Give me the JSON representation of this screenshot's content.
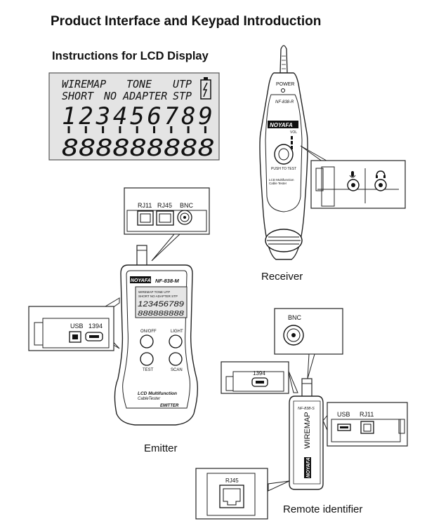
{
  "page": {
    "title": "Product Interface and Keypad Introduction",
    "lcd_section_title": "Instructions for LCD Display"
  },
  "lcd": {
    "row1": [
      "WIREMAP",
      "TONE",
      "UTP"
    ],
    "row2": [
      "SHORT",
      "NO ADAPTER",
      "STP"
    ],
    "digits": [
      "1",
      "2",
      "3",
      "4",
      "5",
      "6",
      "7",
      "8",
      "9"
    ],
    "eights": "888888888"
  },
  "receiver": {
    "caption": "Receiver",
    "power_label": "POWER",
    "model": "NF-838-R",
    "brand": "NOYAFA",
    "push_label": "PUSH TO TEST",
    "desc_line1": "LCD Multifunction",
    "desc_line2": "Cable Tester",
    "volume_label": "VOL"
  },
  "emitter": {
    "caption": "Emitter",
    "brand": "NOYAFA",
    "model": "NF-838-M",
    "port_labels": [
      "RJ11",
      "RJ45",
      "BNC"
    ],
    "side_port_labels": [
      "USB",
      "1394"
    ],
    "buttons": [
      "ON/OFF",
      "LIGHT",
      "TEST",
      "SCAN"
    ],
    "desc_line1": "LCD Multifunction",
    "desc_line2": "CableTester",
    "plate": "EMITTER",
    "mini_lcd_row1": "WIREMAP  TONE    UTP",
    "mini_lcd_row2": "SHORT NO ADAPTER STP",
    "mini_lcd_digits": "123456789",
    "mini_lcd_eights": "888888888"
  },
  "remote": {
    "caption": "Remote identifier",
    "model": "NF-838-S",
    "vertical_label": "WIREMAP",
    "brand": "NOYAFA",
    "bnc_label": "BNC",
    "port_1394_label": "1394",
    "right_port_labels": [
      "USB",
      "RJ11"
    ],
    "rj45_label": "RJ45"
  }
}
